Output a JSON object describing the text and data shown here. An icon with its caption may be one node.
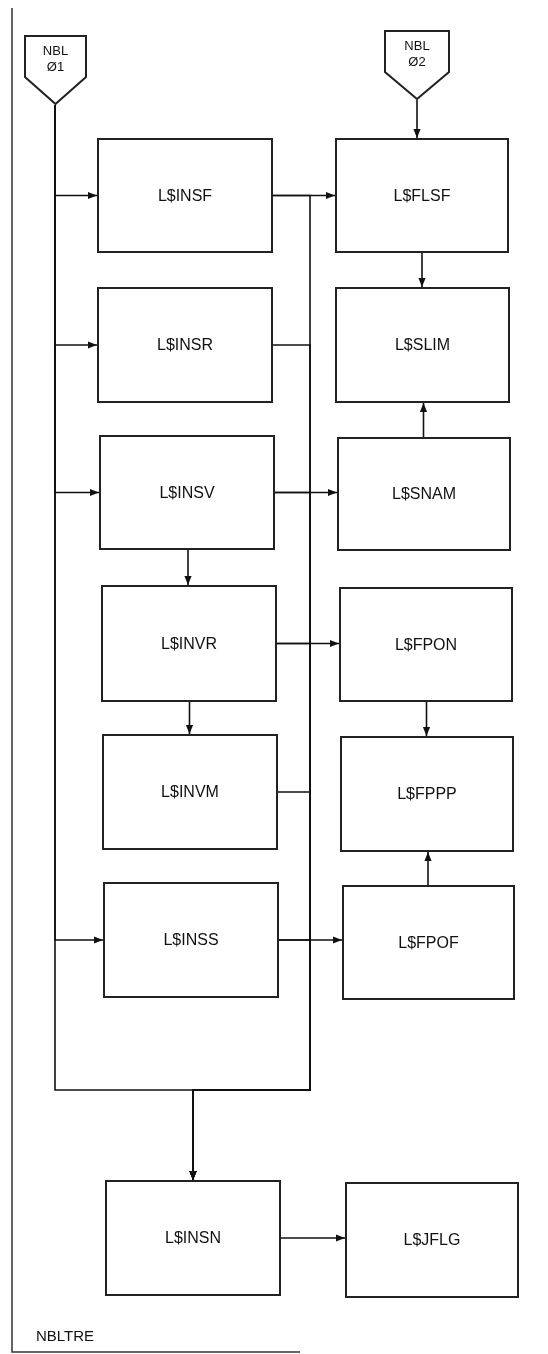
{
  "diagram": {
    "nodes": [
      {
        "text": [
          "NBL Ø1"
        ]
      },
      {
        "text": [
          "NBL Ø2"
        ]
      },
      {
        "text": [
          "L$INSF"
        ]
      },
      {
        "text": [
          "L$FLSF"
        ]
      },
      {
        "text": [
          "L$INSR"
        ]
      },
      {
        "text": [
          "L$SLIM"
        ]
      },
      {
        "text": [
          "L$INSV"
        ]
      },
      {
        "text": [
          "L$SNAM"
        ]
      },
      {
        "text": [
          "L$INVR"
        ]
      },
      {
        "text": [
          "L$FPON"
        ]
      },
      {
        "text": [
          "L$INVM"
        ]
      },
      {
        "text": [
          "L$FPPP"
        ]
      },
      {
        "text": [
          "L$INSS"
        ]
      },
      {
        "text": [
          "L$FPOF"
        ]
      },
      {
        "text": [
          "L$INSN"
        ]
      },
      {
        "text": [
          "L$JFLG"
        ]
      }
    ],
    "edges": [
      {
        "from": 0,
        "to": 2,
        "arrow": "to"
      },
      {
        "from": 0,
        "to": 4,
        "arrow": "to"
      },
      {
        "from": 0,
        "to": 6,
        "arrow": "to"
      },
      {
        "from": 0,
        "to": 12,
        "arrow": "to"
      },
      {
        "from": 0,
        "to": 14,
        "arrow": "to"
      },
      {
        "from": 1,
        "to": 3,
        "arrow": "to"
      },
      {
        "from": 2,
        "to": 3,
        "arrow": "to"
      },
      {
        "from": 2,
        "to": 14,
        "arrow": "to"
      },
      {
        "from": 4,
        "to": 14,
        "arrow": "to"
      },
      {
        "from": 6,
        "to": 7,
        "arrow": "to"
      },
      {
        "from": 6,
        "to": 14,
        "arrow": "to"
      },
      {
        "from": 8,
        "to": 9,
        "arrow": "to"
      },
      {
        "from": 8,
        "to": 14,
        "arrow": "to"
      },
      {
        "from": 10,
        "to": 14,
        "arrow": "to"
      },
      {
        "from": 12,
        "to": 13,
        "arrow": "to"
      },
      {
        "from": 12,
        "to": 14,
        "arrow": "to"
      },
      {
        "from": 3,
        "to": 5,
        "arrow": "to"
      },
      {
        "from": 7,
        "to": 5,
        "arrow": "to"
      },
      {
        "from": 6,
        "to": 8,
        "arrow": "to"
      },
      {
        "from": 8,
        "to": 10,
        "arrow": "to"
      },
      {
        "from": 9,
        "to": 11,
        "arrow": "to"
      },
      {
        "from": 13,
        "to": 11,
        "arrow": "to"
      },
      {
        "from": 14,
        "to": 15,
        "arrow": "to"
      }
    ],
    "labels": [
      "NBLTRE"
    ]
  }
}
